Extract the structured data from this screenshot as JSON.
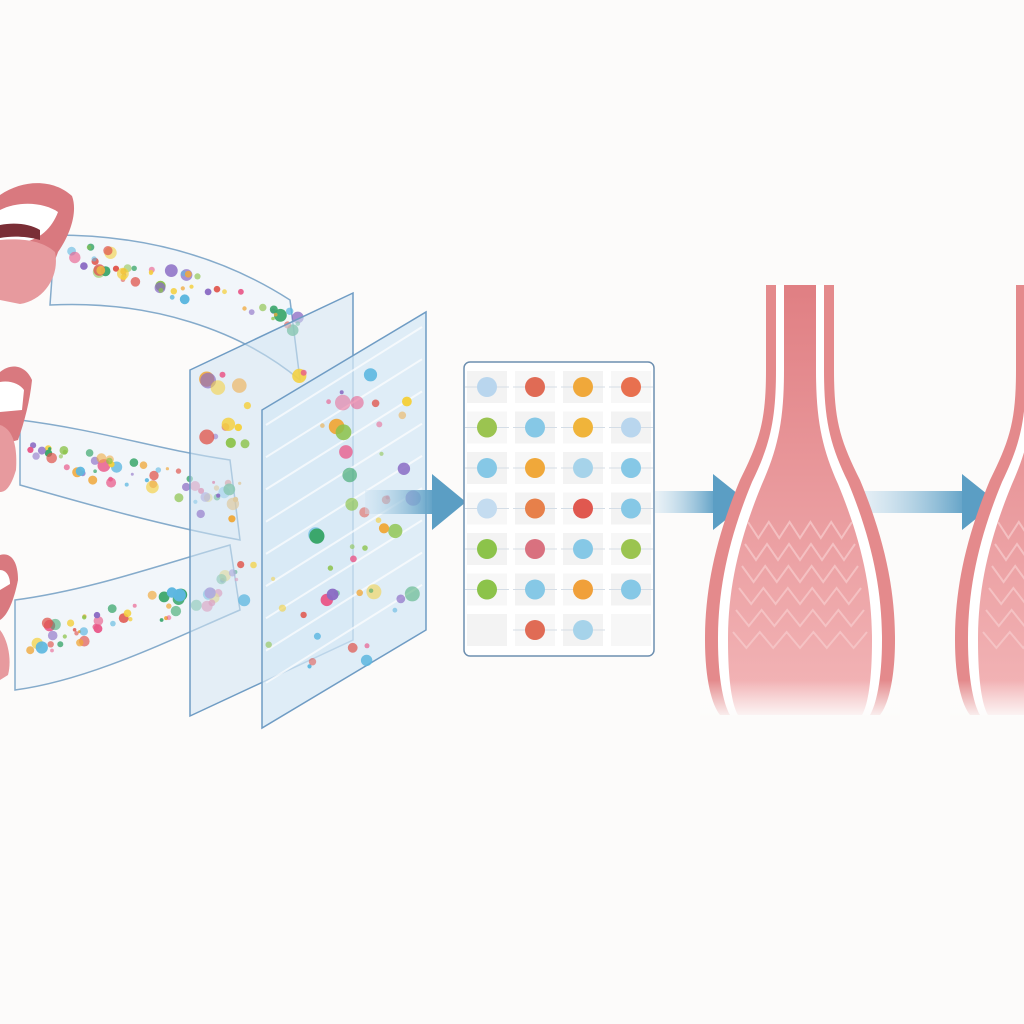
{
  "diagram": {
    "palette": {
      "background": "#fcfbfa",
      "stream_fill": "#f2f6fa",
      "stream_edge": "#7fa7c9",
      "filter_fill": "#cfe3f3",
      "filter_edge": "#6f9cc4",
      "arrow": "#5b9ec4",
      "tissue": "#e48a8c",
      "tissue_light": "#f3bcbd",
      "lip": "#d9797f",
      "tongue": "#e79a9e"
    },
    "particle_colors": [
      "#e0584f",
      "#f0a83a",
      "#8cc34a",
      "#5db7e0",
      "#8a6bc4",
      "#3aa66a",
      "#e95a8a",
      "#f4d03f"
    ],
    "grid_dot_colors": [
      [
        "#b9d6ee",
        "#e06b55",
        "#f0a83a",
        "#e8704f"
      ],
      [
        "#9bc450",
        "#86c8e6",
        "#f0b43a",
        "#b9d6ee"
      ],
      [
        "#86c8e6",
        "#f0a83a",
        "#a6d3ea",
        "#86c8e6"
      ],
      [
        "#c4dcf0",
        "#e7804a",
        "#e0584f",
        "#86c8e6"
      ],
      [
        "#8cc34a",
        "#d9717f",
        "#86c8e6",
        "#9bc450"
      ],
      [
        "#8cc34a",
        "#86c8e6",
        "#f0a03a",
        "#86c8e6"
      ],
      [
        null,
        "#e06b55",
        "#a6d3ea",
        null
      ]
    ],
    "stages": [
      "mouth-sources",
      "particle-streams",
      "filter-panels",
      "analysis-grid",
      "airway",
      "airway-second"
    ]
  }
}
